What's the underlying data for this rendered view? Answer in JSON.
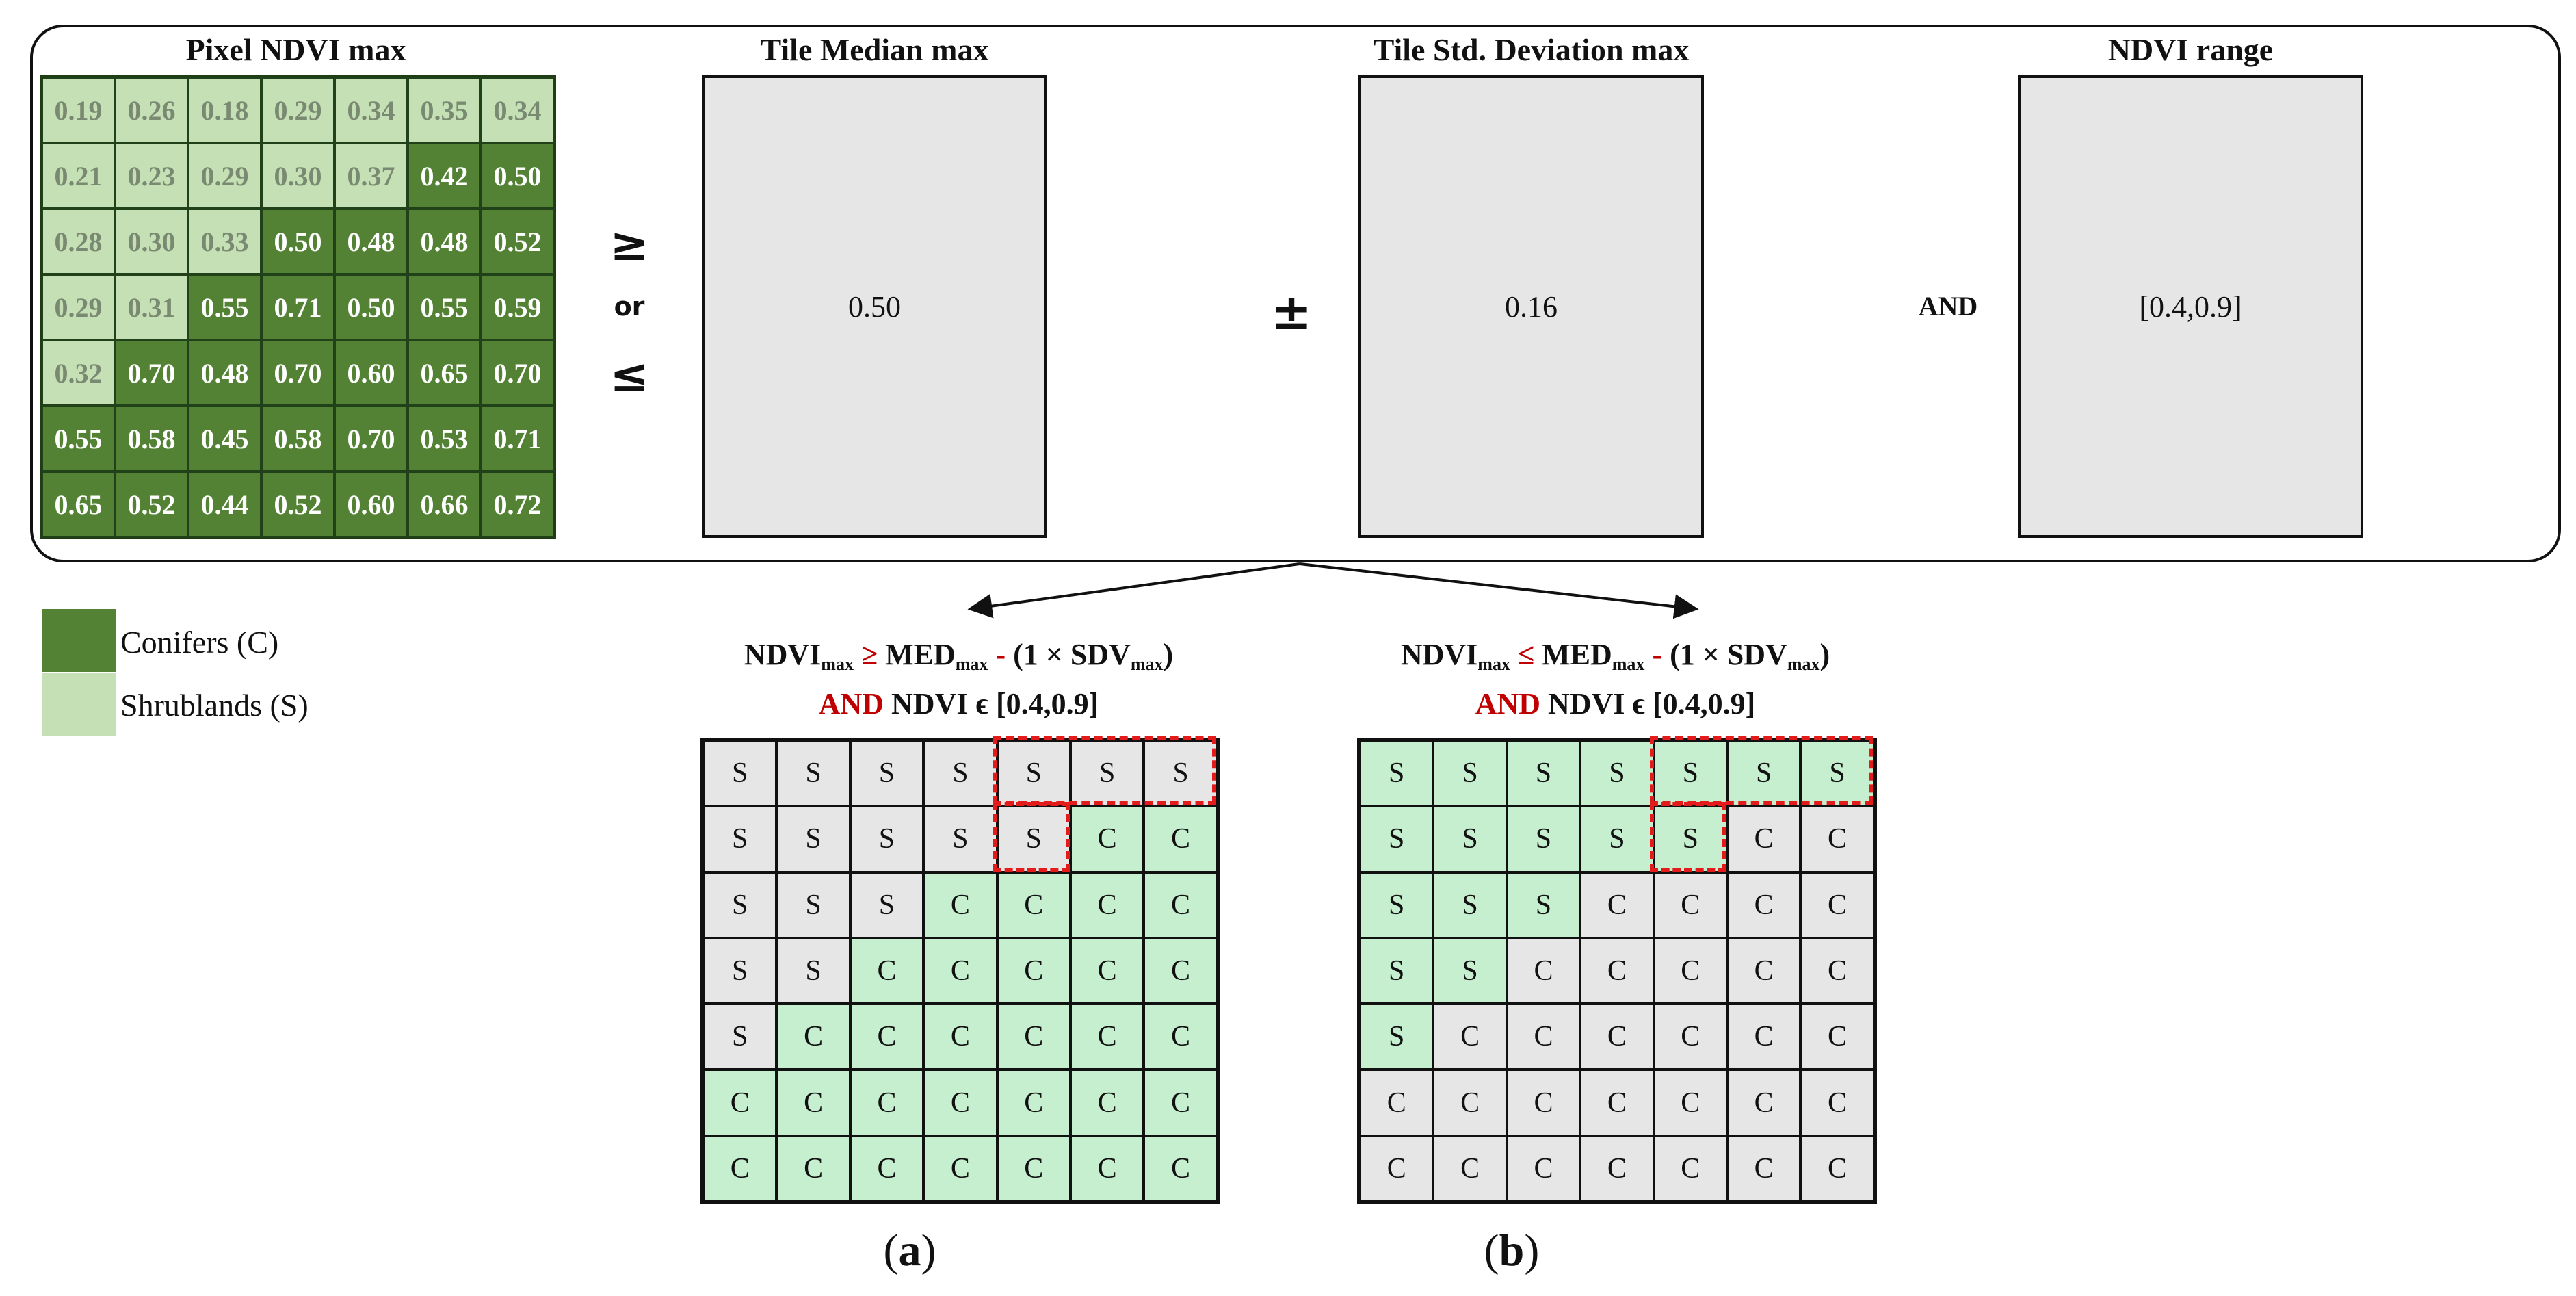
{
  "top": {
    "pixel_title": "Pixel  NDVI max",
    "median_title": "Tile Median max",
    "std_title": "Tile Std. Deviation max",
    "range_title": "NDVI range",
    "median_value": "0.50",
    "std_value": "0.16",
    "range_value": "[0.4,0.9]",
    "op_ge": "≥",
    "op_or": "or",
    "op_le": "≤",
    "op_pm": "±",
    "op_and": "AND"
  },
  "ndvi_grid": [
    [
      "0.19",
      "0.26",
      "0.18",
      "0.29",
      "0.34",
      "0.35",
      "0.34"
    ],
    [
      "0.21",
      "0.23",
      "0.29",
      "0.30",
      "0.37",
      "0.42",
      "0.50"
    ],
    [
      "0.28",
      "0.30",
      "0.33",
      "0.50",
      "0.48",
      "0.48",
      "0.52"
    ],
    [
      "0.29",
      "0.31",
      "0.55",
      "0.71",
      "0.50",
      "0.55",
      "0.59"
    ],
    [
      "0.32",
      "0.70",
      "0.48",
      "0.70",
      "0.60",
      "0.65",
      "0.70"
    ],
    [
      "0.55",
      "0.58",
      "0.45",
      "0.58",
      "0.70",
      "0.53",
      "0.71"
    ],
    [
      "0.65",
      "0.52",
      "0.44",
      "0.52",
      "0.60",
      "0.66",
      "0.72"
    ]
  ],
  "ndvi_class": [
    [
      "S",
      "S",
      "S",
      "S",
      "S",
      "S",
      "S"
    ],
    [
      "S",
      "S",
      "S",
      "S",
      "S",
      "C",
      "C"
    ],
    [
      "S",
      "S",
      "S",
      "C",
      "C",
      "C",
      "C"
    ],
    [
      "S",
      "S",
      "C",
      "C",
      "C",
      "C",
      "C"
    ],
    [
      "S",
      "C",
      "C",
      "C",
      "C",
      "C",
      "C"
    ],
    [
      "C",
      "C",
      "C",
      "C",
      "C",
      "C",
      "C"
    ],
    [
      "C",
      "C",
      "C",
      "C",
      "C",
      "C",
      "C"
    ]
  ],
  "colors": {
    "conifers": "#548235",
    "shrublands": "#c5e0b4",
    "highlight_green": "#c5efcf",
    "grey": "#e6e6e6",
    "red": "#c00000"
  },
  "legend": {
    "conifers": "Conifers (C)",
    "shrublands": "Shrublands (S)"
  },
  "panel_a": {
    "f_ndvi": "NDVI",
    "f_sub_max1": "max",
    "f_op": " ≥ ",
    "f_med": "MED",
    "f_sub_max2": "max",
    "f_minus": " - ",
    "f_mult": "(1 × SDV",
    "f_sub_max3": "max",
    "f_close": ")",
    "f_and": "AND",
    "f_range": "  NDVI ϵ [0.4,0.9]",
    "label_paren_open": "(",
    "label_letter": "a",
    "label_paren_close": ")",
    "grid": [
      [
        "S",
        "S",
        "S",
        "S",
        "S",
        "S",
        "S"
      ],
      [
        "S",
        "S",
        "S",
        "S",
        "S",
        "C",
        "C"
      ],
      [
        "S",
        "S",
        "S",
        "C",
        "C",
        "C",
        "C"
      ],
      [
        "S",
        "S",
        "C",
        "C",
        "C",
        "C",
        "C"
      ],
      [
        "S",
        "C",
        "C",
        "C",
        "C",
        "C",
        "C"
      ],
      [
        "C",
        "C",
        "C",
        "C",
        "C",
        "C",
        "C"
      ],
      [
        "C",
        "C",
        "C",
        "C",
        "C",
        "C",
        "C"
      ]
    ],
    "green": [
      [
        0,
        0,
        0,
        0,
        0,
        0,
        0
      ],
      [
        0,
        0,
        0,
        0,
        0,
        1,
        1
      ],
      [
        0,
        0,
        0,
        1,
        1,
        1,
        1
      ],
      [
        0,
        0,
        1,
        1,
        1,
        1,
        1
      ],
      [
        0,
        1,
        1,
        1,
        1,
        1,
        1
      ],
      [
        1,
        1,
        1,
        1,
        1,
        1,
        1
      ],
      [
        1,
        1,
        1,
        1,
        1,
        1,
        1
      ]
    ]
  },
  "panel_b": {
    "f_ndvi": "NDVI",
    "f_sub_max1": "max",
    "f_op": " ≤ ",
    "f_med": "MED",
    "f_sub_max2": "max",
    "f_minus": " - ",
    "f_mult": "(1 × SDV",
    "f_sub_max3": "max",
    "f_close": ")",
    "f_and": "AND",
    "f_range": "  NDVI ϵ [0.4,0.9]",
    "label_paren_open": "(",
    "label_letter": "b",
    "label_paren_close": ")",
    "grid": [
      [
        "S",
        "S",
        "S",
        "S",
        "S",
        "S",
        "S"
      ],
      [
        "S",
        "S",
        "S",
        "S",
        "S",
        "C",
        "C"
      ],
      [
        "S",
        "S",
        "S",
        "C",
        "C",
        "C",
        "C"
      ],
      [
        "S",
        "S",
        "C",
        "C",
        "C",
        "C",
        "C"
      ],
      [
        "S",
        "C",
        "C",
        "C",
        "C",
        "C",
        "C"
      ],
      [
        "C",
        "C",
        "C",
        "C",
        "C",
        "C",
        "C"
      ],
      [
        "C",
        "C",
        "C",
        "C",
        "C",
        "C",
        "C"
      ]
    ],
    "green": [
      [
        1,
        1,
        1,
        1,
        1,
        1,
        1
      ],
      [
        1,
        1,
        1,
        1,
        1,
        0,
        0
      ],
      [
        1,
        1,
        1,
        0,
        0,
        0,
        0
      ],
      [
        1,
        1,
        0,
        0,
        0,
        0,
        0
      ],
      [
        1,
        0,
        0,
        0,
        0,
        0,
        0
      ],
      [
        0,
        0,
        0,
        0,
        0,
        0,
        0
      ],
      [
        0,
        0,
        0,
        0,
        0,
        0,
        0
      ]
    ]
  }
}
